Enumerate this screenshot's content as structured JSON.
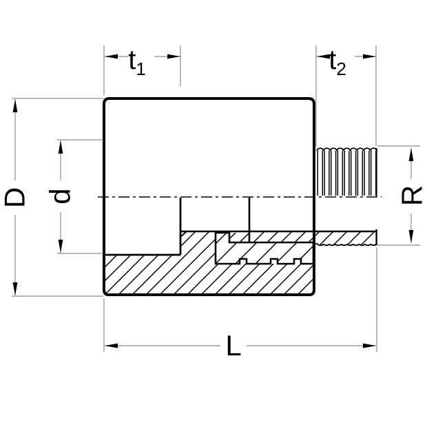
{
  "diagram": {
    "type": "technical-drawing-half-section",
    "subject": "pipe-adapter-fitting-with-male-thread",
    "dimension_labels": {
      "t1_base": "t",
      "t1_sub": "1",
      "t2_base": "t",
      "t2_sub": "2",
      "outer_diameter": "D",
      "socket_inner_diameter": "d",
      "thread_size": "R",
      "overall_length": "L"
    },
    "colors": {
      "line": "#000000",
      "dimension_line": "#8c8c8c",
      "background": "#ffffff"
    }
  }
}
